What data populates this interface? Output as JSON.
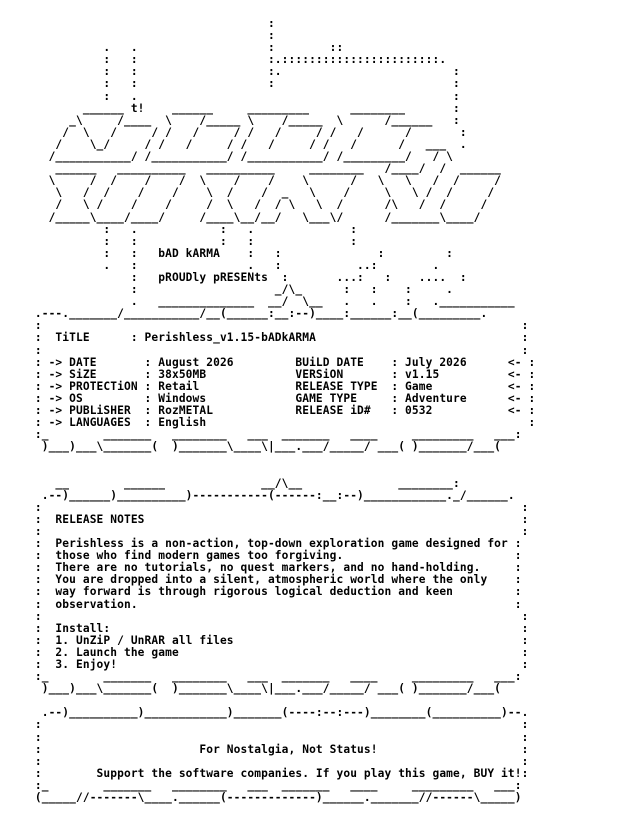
{
  "nfo_lines": [
    "                                   :",
    "                                   :",
    "           .   .                   :        ::",
    "           :   :                   :.:::::::::::::::::::::::.",
    "           :   :                   :.                         :",
    "           :   :                   :                          :",
    "           :   .                                              :",
    "        ______ t!    ______     _________      ________       :",
    "      _\\     /____  \\    /_____ \\    /_____  \\      /______   :",
    "     /  \\   /     / /   /     / /   /     / /   /      /       :",
    "    /    \\_/     / /   /     / /   /     / /   /      /   ___  .",
    "   /___________/ /___________/ /___________/ /_________/   / \\",
    "    ______   __________   __________     ________   /____/  /  ______",
    "   \\     /  /    /    /  \\    /    /    \\      /   \\   \\   /  /     /",
    "    \\   /  /    /    /    \\  /    /  _   \\    /     \\   \\ /  /     /",
    "    /   \\ /    /    /     /  \\   /  / \\   \\  /      /\\   /  /     /",
    "   /_____\\____/____/     /____\\__/__/   \\___\\/      /_______\\____/",
    "           :   .            :   .              :",
    "           :   :            :   :              :",
    "           :   :   bAD kARMA    :   :              :         :",
    "           .   :                .   :           ..:        .",
    "               :   pROUDly pRESENts  :       ...:   :    ....  :",
    "               :                    _/\\_      :   :    :     .",
    "               .   ______________  __/  \\__   .   .    :   .___________",
    " .---._______/___________/__(______:__:--)____:______:__(_________.",
    " :                                                                      :",
    " :  TiTLE      : Perishless_v1.15-bADkARMA                              :",
    " :                                                                      :",
    " : -> DATE       : August 2026         BUiLD DATE    : July 2026      <- :",
    " : -> SiZE       : 38x50MB             VERSiON       : v1.15          <- :",
    " : -> PROTECTiON : Retail              RELEASE TYPE  : Game           <- :",
    " : -> OS         : Windows             GAME TYPE     : Adventure      <- :",
    " : -> PUBLiSHER  : RozMETAL            RELEASE iD#   : 0532           <- :",
    " : -> LANGUAGES  : English                                               :",
    " :_        _______   ________   ___  _______   ____     _________   ___:",
    "  )___)___\\_______(  )_______\\____\\|___.___/_____/ ___( )_______/___(",
    "",
    "",
    "    __        ______              __/\\__              ________:",
    "  .--)______)__________)-----------(------:__:--)____________._/______.",
    " :                                                                      :",
    " :  RELEASE NOTES                                                       :",
    " :                                                                      :",
    " :  Perishless is a non-action, top-down exploration game designed for :",
    " :  those who find modern games too forgiving.                         :",
    " :  There are no tutorials, no quest markers, and no hand-holding.     :",
    " :  You are dropped into a silent, atmospheric world where the only    :",
    " :  way forward is through rigorous logical deduction and keen         :",
    " :  observation.                                                       :",
    " :                                                                      :",
    " :  Install:                                                            :",
    " :  1. UnZiP / UnRAR all files                                          :",
    " :  2. Launch the game                                                  :",
    " :  3. Enjoy!                                                           :",
    " :_        _______   ________   ___  _______   ____     _________   ___:",
    "  )___)___\\_______(  )_______\\____\\|___.___/_____/ ___( )_______/___(",
    "",
    "  .--)__________)____________)_______(----:--:---)________(__________)--.",
    " :                                                                      :",
    " :                                                                      :",
    " :                       For Nostalgia, Not Status!                     :",
    " :                                                                      :",
    " :        Support the software companies. If you play this game, BUY it!:",
    " :_        _______   ________   ___  _______   ____     _________   ___:",
    " (_____//-------\\____.______(-------------)______._______//------\\_____)"
  ]
}
